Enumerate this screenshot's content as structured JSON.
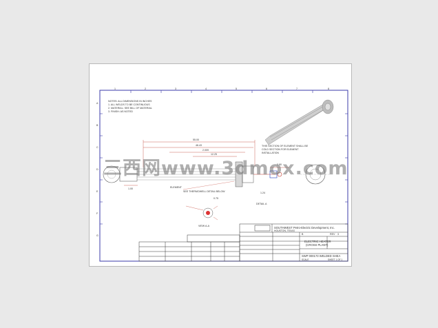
{
  "drawing": {
    "border_numbers_top": [
      "1",
      "2",
      "3",
      "4",
      "5",
      "6",
      "7",
      "8"
    ],
    "border_letters_left": [
      "A",
      "B",
      "C",
      "D",
      "E",
      "F",
      "G"
    ],
    "notes": [
      "NOTES: ALL DIMENSIONS IN INCHES",
      "1. ALL WELDS TO BE CONTINUOUS",
      "2. MATERIAL: SEE BILL OF MATERIAL",
      "3. FINISH: AS NOTED"
    ],
    "annotation_right": [
      "THIS SECTION OF ELEMENT SHALL BE",
      "COLD SECTION FOR ELEMENT",
      "INSTALLATION"
    ],
    "dims": [
      "55.00",
      "46.43",
      "2.009",
      "12.25",
      "1.00",
      "3.80",
      "0.75",
      "1.24"
    ],
    "labels": {
      "element_tag": "ELEMENT",
      "detail_a": "DETAIL A",
      "view_a": "VIEW A-A",
      "callout": "SEE THERMOWELL DETAIL BELOW"
    },
    "title_block": {
      "company": "SOUTHWEST Petro-Electric Development, Inc.",
      "location": "HOUSTON, TEXAS",
      "title_line1": "ELECTRIC HEATER",
      "title_line2": "(CROSS PLANT)",
      "drawing_no": "SWP 000173 WELDED SHEA",
      "size": "B",
      "rev": "3",
      "rev_label": "REV",
      "scale_label": "SCALE",
      "sheet_label": "SHEET 1 OF 1"
    },
    "watermark": "三西网www.3dmox.com"
  }
}
